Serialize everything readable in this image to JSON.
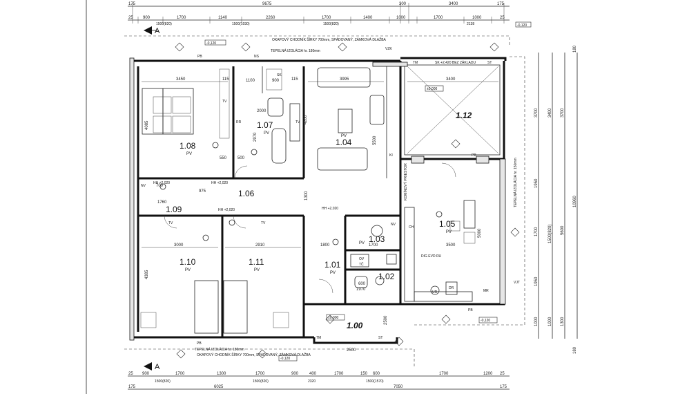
{
  "rooms": [
    {
      "id": "1.08",
      "code": "PV"
    },
    {
      "id": "1.07",
      "code": "PV"
    },
    {
      "id": "1.04",
      "code": "PV"
    },
    {
      "id": "1.12",
      "code": ""
    },
    {
      "id": "1.06",
      "code": ""
    },
    {
      "id": "1.09",
      "code": ""
    },
    {
      "id": "1.05",
      "code": "PV"
    },
    {
      "id": "1.03",
      "code": "PV"
    },
    {
      "id": "1.02",
      "code": ""
    },
    {
      "id": "1.01",
      "code": "PV"
    },
    {
      "id": "1.10",
      "code": "PV"
    },
    {
      "id": "1.11",
      "code": "PV"
    },
    {
      "id": "1.00",
      "code": ""
    }
  ],
  "dims": {
    "top_row1": [
      "175",
      "9675",
      "300",
      "3400",
      "175"
    ],
    "top_row2": [
      "25",
      "900",
      "1700",
      "1140",
      "2260",
      "1700",
      "1400",
      "1000",
      "1700",
      "1000",
      "25"
    ],
    "top_sub": [
      "1500(820)",
      "1500(1030)",
      "1500(820)",
      "2138"
    ],
    "bottom_row1": [
      "25",
      "900",
      "1700",
      "1300",
      "1700",
      "900",
      "400",
      "1700",
      "150",
      "600",
      "1700",
      "1200",
      "25"
    ],
    "bottom_sub": [
      "1500(820)",
      "1500(820)",
      "2320",
      "1500(1570)"
    ],
    "bottom_row2": [
      "175",
      "6025",
      "7050",
      "175"
    ],
    "right_a": [
      "3700",
      "1950",
      "1700",
      "1950",
      "1000"
    ],
    "right_b": [
      "3400",
      "1500(820)",
      "1000"
    ],
    "right_c": [
      "3700",
      "5600",
      "1300"
    ],
    "right_d": [
      "10960"
    ],
    "right_e": [
      "180",
      "180"
    ],
    "inner": [
      "3450",
      "115",
      "1100",
      "900",
      "115",
      "3995",
      "3400",
      "2000",
      "2970",
      "4200",
      "5500",
      "550",
      "500",
      "3000",
      "2910",
      "1800",
      "1700",
      "3500",
      "700",
      "975",
      "1760",
      "600",
      "1970",
      "4085",
      "4385",
      "5000",
      "1300",
      "2500"
    ]
  },
  "notes": {
    "ref_top": "-0,120",
    "ref_mid": "-0,120",
    "ref_bottom": "-0,120",
    "ref_right_top": "-0,120",
    "level_112": "±0,000",
    "level_100": "±0,000",
    "insulation_top": "TEPELNÁ IZOLÁCIA hr. 180mm",
    "insulation_bottom": "TEPELNÁ IZOLÁCIA hr. 180mm",
    "insulation_right": "TEPELNÁ IZOLÁCIA hr. 150mm",
    "drip_top": "OKAPOVÝ CHODNÍK ŠÍRKY 700mm, SPÁDOVANÝ, ZÁMKOVÁ DLAŽBA",
    "drip_bottom": "OKAPOVÝ CHODNÍK ŠÍRKY 700mm, SPÁDOVANÝ, ZÁMKOVÁ DLAŽBA",
    "terrace_note": "SK +2,420 BEZ ZÁKLADU",
    "chimney": "KOMÍNOVÝ PRIESTOR",
    "hh1": "HH +2,020",
    "hh2": "HH +2,020",
    "hh3": "HH +2,020",
    "hh4": "HH +2,020",
    "vjt": "VJT",
    "section": "A",
    "section2": "A"
  },
  "labels": {
    "tv": "TV",
    "pb": "PB",
    "ns": "NS",
    "sk": "SK",
    "rr": "RR",
    "tm": "TM",
    "st": "ST",
    "nv": "NV",
    "ch": "CH",
    "ov": "OV",
    "tc": "TČ",
    "dig": "DIG EVD RU",
    "ur": "UR",
    "dr": "DR",
    "mr": "MR",
    "ki": "KI",
    "vzk": "VZK"
  }
}
